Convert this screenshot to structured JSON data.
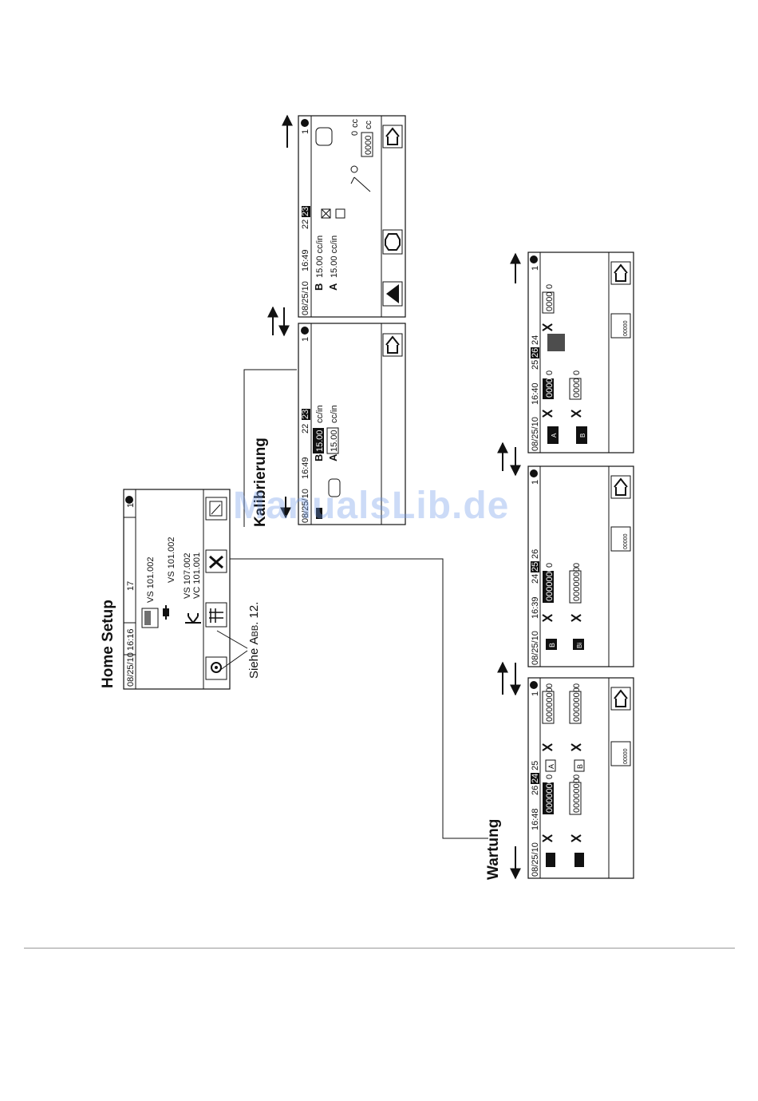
{
  "labels": {
    "home_setup": "Home Setup",
    "siehe_prefix": "Siehe ",
    "siehe_ref": "Abb. 12.",
    "kalibrierung": "Kalibrierung",
    "wartung": "Wartung",
    "watermark": "ManualsLib.de"
  },
  "home_screen": {
    "date": "08/25/10",
    "time": "16:16",
    "count": "17",
    "page": "1",
    "versions": [
      "VS 101.002",
      "VS 101.002",
      "VS 107.002",
      "VC 101.001"
    ]
  },
  "calib_screen_1": {
    "date": "08/25/10",
    "time": "16:49",
    "nav": "22",
    "nav_current": "23",
    "page": "1",
    "line_b": "B",
    "line_a": "A",
    "value_b": "15.00",
    "value_a": "15.00",
    "unit": "cc/in"
  },
  "calib_screen_2": {
    "date": "08/25/10",
    "time": "16:49",
    "nav": "22",
    "nav_current": "23",
    "page": "1",
    "line_b": "B",
    "line_a": "A",
    "value_b": "15.00 cc/in",
    "value_a": "15.00 cc/in",
    "vol_1": "0",
    "vol_1_unit": "cc",
    "vol_2": "0000",
    "vol_2_unit": "cc"
  },
  "maint_screen_1": {
    "date": "08/25/10",
    "time": "16:48",
    "nav_prev": "26",
    "nav_current": "24",
    "nav_next": "25",
    "page": "1",
    "counter_1": "0000000",
    "counter_2": "0000000",
    "counter_3": "0000000",
    "counter_4": "0000000",
    "zero_1": "0",
    "zero_2": "0",
    "zero_3": "0",
    "zero_4": "0",
    "badge_a": "A",
    "badge_b": "B",
    "reset_counter": "00000"
  },
  "maint_screen_2": {
    "date": "08/25/10",
    "time": "16:39",
    "nav_prev": "24",
    "nav_current": "25",
    "nav_next": "26",
    "page": "1",
    "counter_1": "0000000",
    "counter_2": "0000000",
    "zero_1": "0",
    "zero_2": "0",
    "badge_b": "B",
    "badge_bi": "Bi",
    "reset_counter": "00000"
  },
  "maint_screen_3": {
    "date": "08/25/10",
    "time": "16:40",
    "nav_prev": "25",
    "nav_current": "26",
    "nav_next": "24",
    "page": "1",
    "counter_1": "0000",
    "counter_2": "0000",
    "counter_3": "0000",
    "zero_1": "0",
    "zero_2": "0",
    "zero_3": "0",
    "badge_a": "A",
    "badge_b": "B",
    "reset_counter": "00000"
  }
}
